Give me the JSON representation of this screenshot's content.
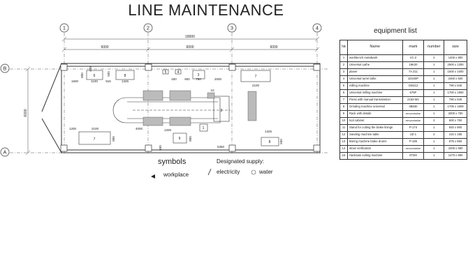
{
  "title": "LINE MAINTENANCE",
  "plan": {
    "axes_top": [
      "1",
      "2",
      "3",
      "4"
    ],
    "axes_side": [
      "B",
      "A"
    ],
    "dims": {
      "total": "18000",
      "span1": "6000",
      "span2": "6000",
      "span3": "6000",
      "height": "6000",
      "d1600": "1600",
      "d1100": "1100",
      "d915": "915",
      "d1325a": "1325",
      "d400a": "400",
      "d900": "900",
      "d750": "750",
      "d2000": "2000",
      "d2100a": "2100",
      "d800a": "800",
      "d400b": "400",
      "d550": "550",
      "d1200a": "1200",
      "d2100b": "2100",
      "d4000": "4000",
      "d800b": "800",
      "d1200b": "1200",
      "d800c": "800",
      "d5350": "5350",
      "d1325b": "1325",
      "d550b": "550",
      "d400c": "400",
      "d10": "10"
    },
    "items": [
      "6",
      "8",
      "5",
      "4",
      "3",
      "7",
      "2",
      "1",
      "7",
      "9",
      "8"
    ]
  },
  "symbols": {
    "title": "symbols",
    "workplace": "workplace",
    "supply_title": "Designated supply:",
    "electricity": "electricity",
    "water": "water"
  },
  "equipment": {
    "title": "equipment list",
    "headers": [
      "№",
      "Name",
      "mark",
      "number",
      "size"
    ],
    "rows": [
      [
        "1",
        "workbench metalwork",
        "VC-2",
        "2",
        "1400 x 800"
      ],
      [
        "2",
        "Universal Lathe",
        "16K20",
        "1",
        "2500 x 1300"
      ],
      [
        "3",
        "planer",
        "7A Z11",
        "1",
        "1500 x 1000"
      ],
      [
        "4",
        "Universal turret lathe",
        "1D340P",
        "1",
        "2460 x 830"
      ],
      [
        "5",
        "milling machine",
        "GM112",
        "1",
        "790 x 845"
      ],
      [
        "6",
        "Universal milling machine",
        "675P",
        "1",
        "1700 x 1900"
      ],
      [
        "7",
        "Press with manual transmission",
        "2153-M2",
        "1",
        "790 x 845"
      ],
      [
        "8",
        "Grinding machine universal",
        "3B630",
        "1",
        "1705 x 1809"
      ],
      [
        "9",
        "Rack with details",
        "own production",
        "1",
        "2000 x 700"
      ],
      [
        "10",
        "tool cabinet",
        "own production",
        "2",
        "600 x 750"
      ],
      [
        "11",
        "Stand for cutting the brake linings",
        "P-174",
        "1",
        "920 x 900"
      ],
      [
        "12",
        "Sanding machine table",
        "UZ-1",
        "2",
        "210 x 185"
      ],
      [
        "13",
        "Boring machine brake drums",
        "P-185",
        "1",
        "875 x 850"
      ],
      [
        "14",
        "stove verification",
        "own production",
        "1",
        "1000 x 590"
      ],
      [
        "15",
        "Hacksaw cutting machine",
        "872M",
        "1",
        "1470 x 690"
      ]
    ]
  }
}
